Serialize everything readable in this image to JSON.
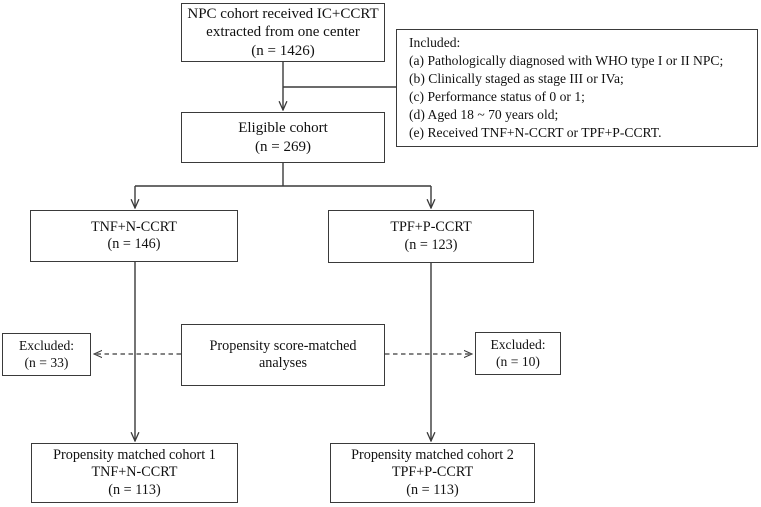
{
  "diagram": {
    "title": "CONSORT-style patient selection flowchart",
    "line_color": "#3a3a3a",
    "background": "#ffffff",
    "nodes": {
      "source": {
        "name": "source-cohort",
        "lines": [
          "NPC cohort received IC+CCRT",
          "extracted from one center",
          "(n = 1426)"
        ],
        "n": 1426
      },
      "criteria": {
        "name": "inclusion-criteria",
        "heading": "Included:",
        "items": [
          "(a) Pathologically diagnosed with WHO type I or II NPC;",
          "(b) Clinically staged as stage III or IVa;",
          "(c) Performance status of 0 or 1;",
          "(d) Aged 18 ~ 70 years old;",
          "(e) Received TNF+N-CCRT or TPF+P-CCRT."
        ]
      },
      "eligible": {
        "name": "eligible-cohort",
        "lines": [
          "Eligible cohort",
          "(n = 269)"
        ],
        "n": 269
      },
      "arm_left": {
        "name": "arm-tnf-n-ccrt",
        "lines": [
          "TNF+N-CCRT",
          "(n = 146)"
        ],
        "n": 146
      },
      "arm_right": {
        "name": "arm-tpf-p-ccrt",
        "lines": [
          "TPF+P-CCRT",
          "(n = 123)"
        ],
        "n": 123
      },
      "excluded_left": {
        "name": "excluded-left",
        "lines": [
          "Excluded:",
          "(n = 33)"
        ],
        "n": 33
      },
      "psm": {
        "name": "propensity-score-matched-analyses",
        "lines": [
          "Propensity score-matched",
          "analyses"
        ]
      },
      "excluded_right": {
        "name": "excluded-right",
        "lines": [
          "Excluded:",
          "(n = 10)"
        ],
        "n": 10
      },
      "out_left": {
        "name": "matched-cohort-1",
        "lines": [
          "Propensity matched cohort 1",
          "TNF+N-CCRT",
          "(n = 113)"
        ],
        "n": 113
      },
      "out_right": {
        "name": "matched-cohort-2",
        "lines": [
          "Propensity matched cohort 2",
          "TPF+P-CCRT",
          "(n = 113)"
        ],
        "n": 113
      }
    }
  }
}
